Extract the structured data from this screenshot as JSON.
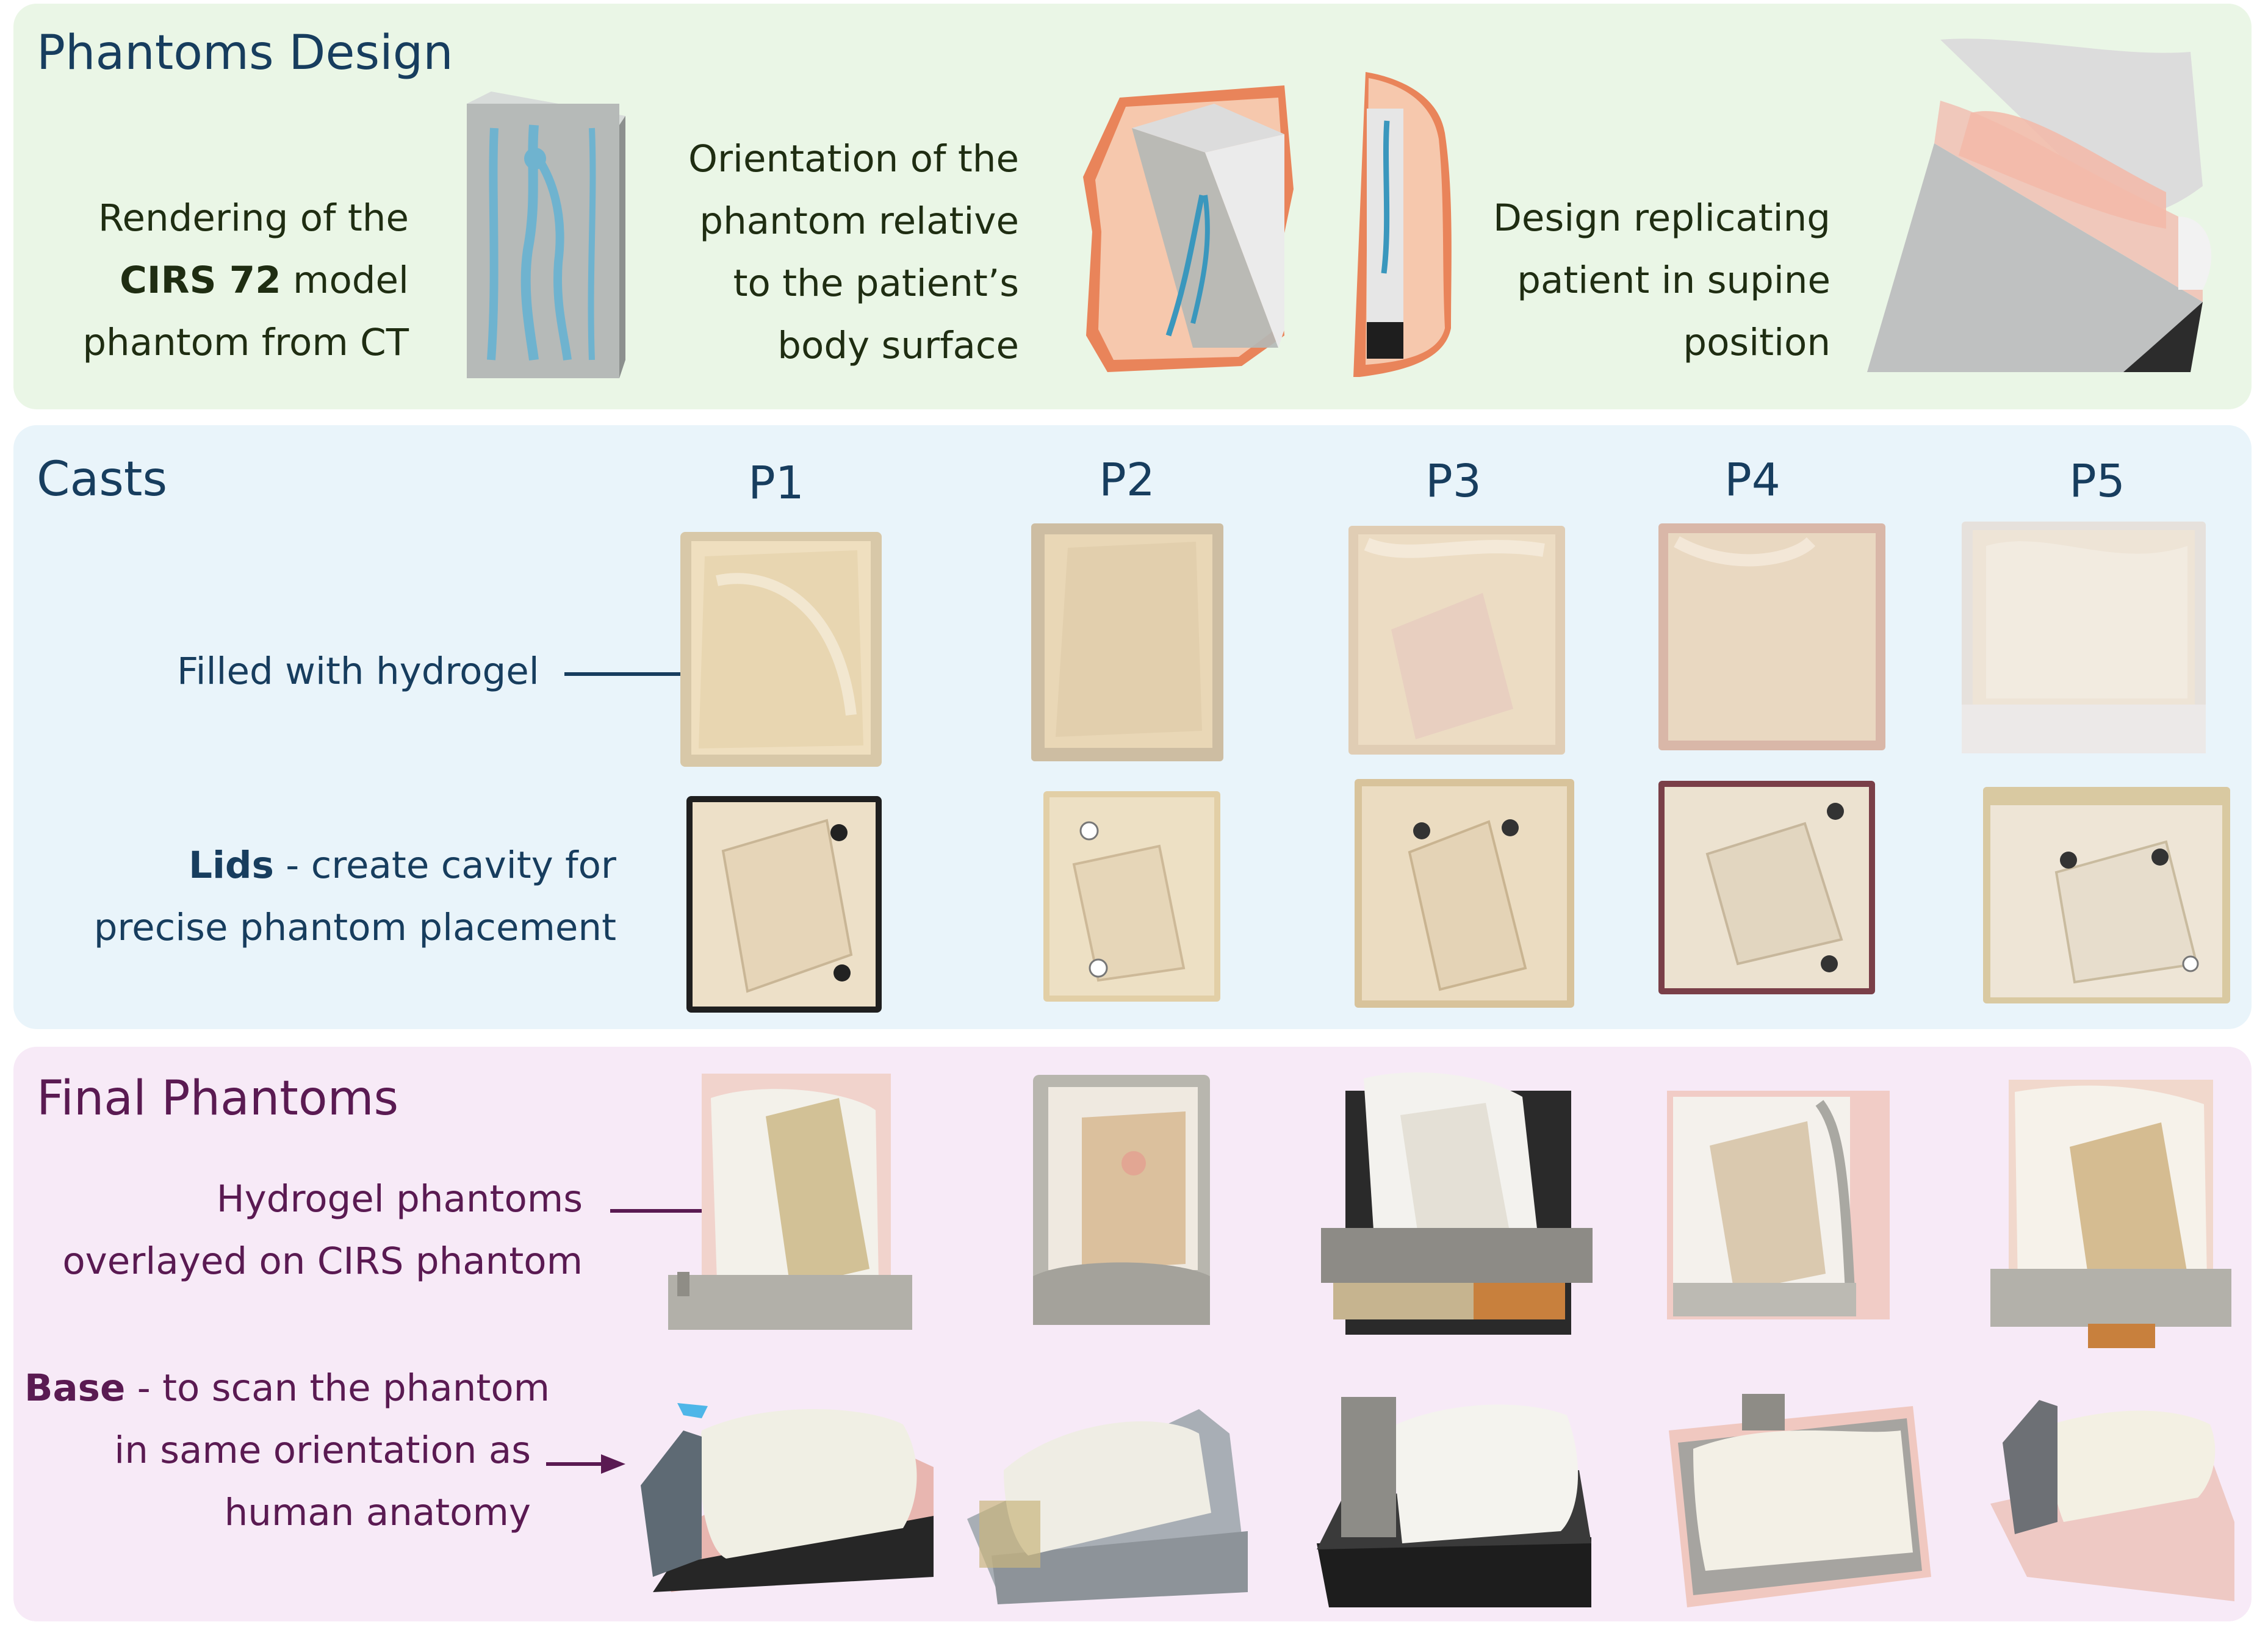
{
  "design": {
    "title": "Phantoms Design",
    "caption1_line1": "Rendering of the",
    "caption1_cirs": "CIRS 72",
    "caption1_model": " model",
    "caption1_line3": "phantom from CT",
    "caption2_lines": [
      "Orientation of the",
      "phantom relative",
      "to the patient’s",
      "body surface"
    ],
    "caption3_lines": [
      "Design replicating",
      "patient in supine",
      "position"
    ]
  },
  "casts": {
    "title": "Casts",
    "columns": [
      "P1",
      "P2",
      "P3",
      "P4",
      "P5"
    ],
    "filled_label": "Filled with hydrogel",
    "lids_bold": "Lids",
    "lids_rest": " - create cavity for",
    "lids_line2": "precise phantom placement"
  },
  "final": {
    "title": "Final Phantoms",
    "hydrogel_line1": "Hydrogel phantoms",
    "hydrogel_line2": "overlayed on CIRS phantom",
    "base_bold": "Base",
    "base_rest": " - to scan the phantom",
    "base_line2": "in same orientation as",
    "base_line3": "human anatomy"
  },
  "colors": {
    "design_bg": "#eaf6e6",
    "casts_bg": "#e9f4fa",
    "final_bg": "#f7eaf7",
    "title_blue": "#173d5e",
    "title_purple": "#5a1a52",
    "vessel": "#6fb3cf",
    "skin": "#e9845a"
  }
}
